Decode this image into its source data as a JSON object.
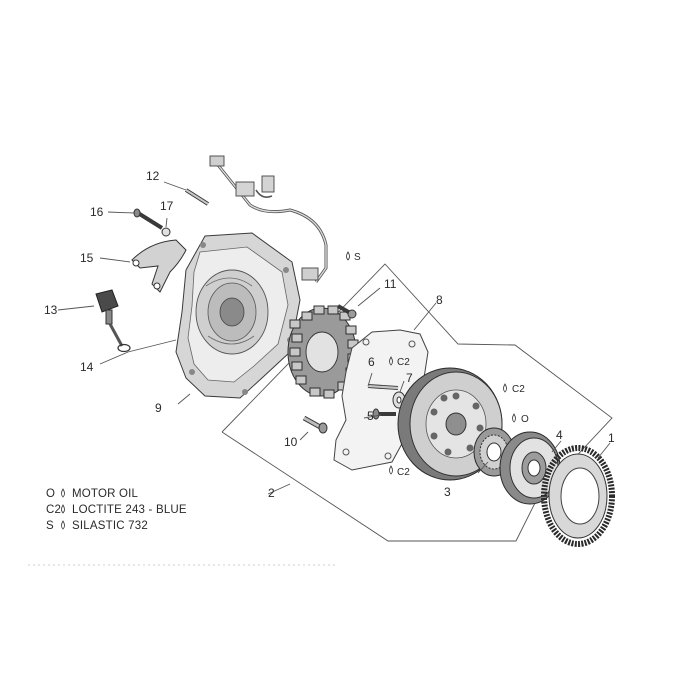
{
  "callouts": {
    "c1": "1",
    "c2": "2",
    "c3": "3",
    "c4": "4",
    "c5": "5",
    "c6": "6",
    "c7": "7",
    "c8": "8",
    "c9": "9",
    "c10": "10",
    "c11": "11",
    "c12": "12",
    "c13": "13",
    "c14": "14",
    "c15": "15",
    "c16": "16",
    "c17": "17"
  },
  "tags": {
    "s_wire": "S",
    "c2_pin6": "C2",
    "c2_rotor": "C2",
    "c2_bottom": "C2",
    "o_bearing": "O"
  },
  "legend": {
    "items": [
      {
        "code": "O",
        "text": "MOTOR OIL"
      },
      {
        "code": "C2",
        "text": "LOCTITE 243 - BLUE"
      },
      {
        "code": "S",
        "text": "SILASTIC 732"
      }
    ]
  }
}
